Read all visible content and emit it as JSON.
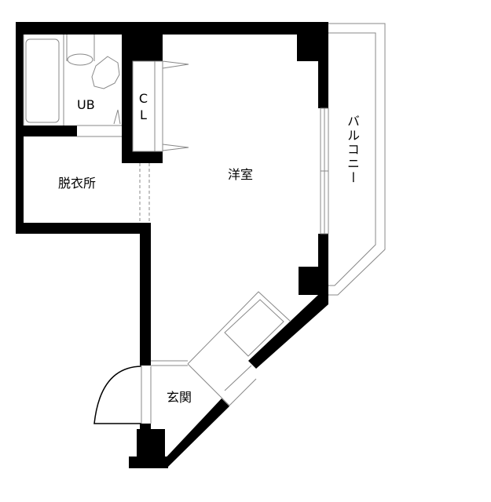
{
  "floorplan": {
    "rooms": {
      "unit_bath": "UB",
      "closet": "CL",
      "dressing_room": "脱衣所",
      "western_room": "洋室",
      "balcony": "バルコニー",
      "entrance": "玄関"
    },
    "colors": {
      "wall": "#000000",
      "line": "#888888",
      "background": "#ffffff"
    }
  }
}
